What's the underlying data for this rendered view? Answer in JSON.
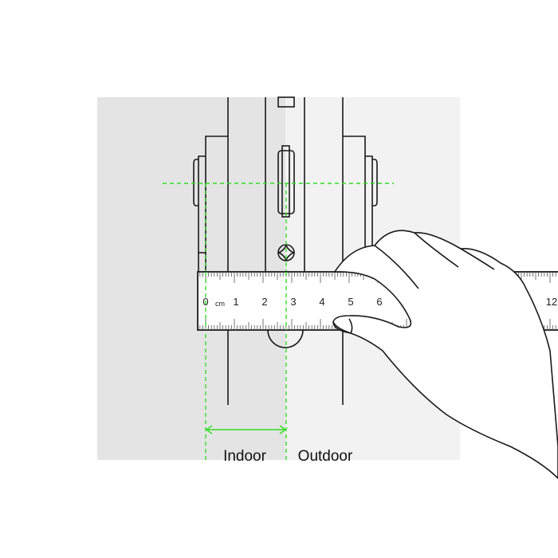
{
  "labels": {
    "indoor": "Indoor",
    "outdoor": "Outdoor"
  },
  "ruler": {
    "unit": "cm",
    "numbers": [
      "0",
      "1",
      "2",
      "3",
      "4",
      "5",
      "6",
      "12"
    ]
  },
  "colors": {
    "guide": "#33dd22",
    "indoor_bg": "#e4e4e4",
    "outdoor_bg": "#f2f2f2",
    "line": "#1a1a1a"
  }
}
